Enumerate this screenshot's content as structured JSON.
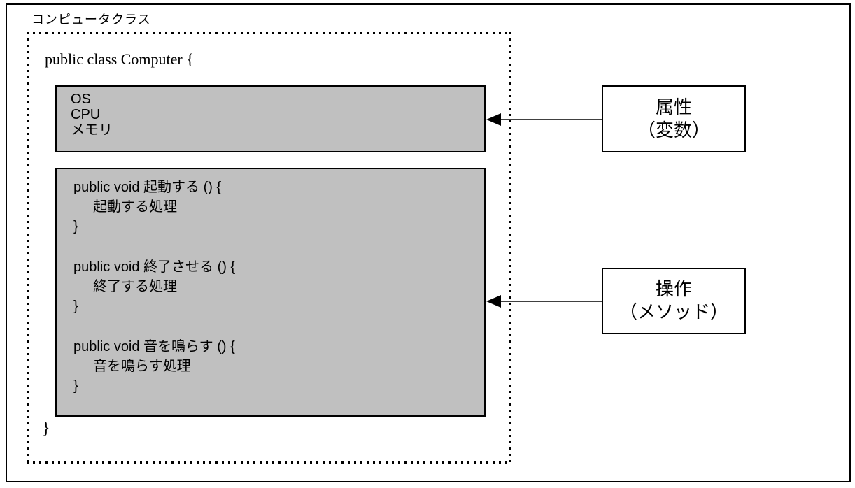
{
  "title_label": "コンピュータクラス",
  "class_code": {
    "declaration": "public class Computer {",
    "closing_brace": "}"
  },
  "attributes_box": {
    "items": [
      "OS",
      "CPU",
      "メモリ"
    ]
  },
  "methods_box": {
    "methods": [
      {
        "signature": "public void 起動する () {",
        "body": "起動する処理",
        "closing": "}"
      },
      {
        "signature": "public void 終了させる () {",
        "body": "終了する処理",
        "closing": "}"
      },
      {
        "signature": "public void 音を鳴らす () {",
        "body": "音を鳴らす処理",
        "closing": "}"
      }
    ]
  },
  "callouts": {
    "attributes": {
      "line1": "属性",
      "line2": "（変数）"
    },
    "operations": {
      "line1": "操作",
      "line2": "（メソッド）"
    }
  },
  "colors": {
    "background": "#ffffff",
    "box_fill": "#c0c0c0",
    "border": "#000000",
    "arrow": "#000000"
  }
}
